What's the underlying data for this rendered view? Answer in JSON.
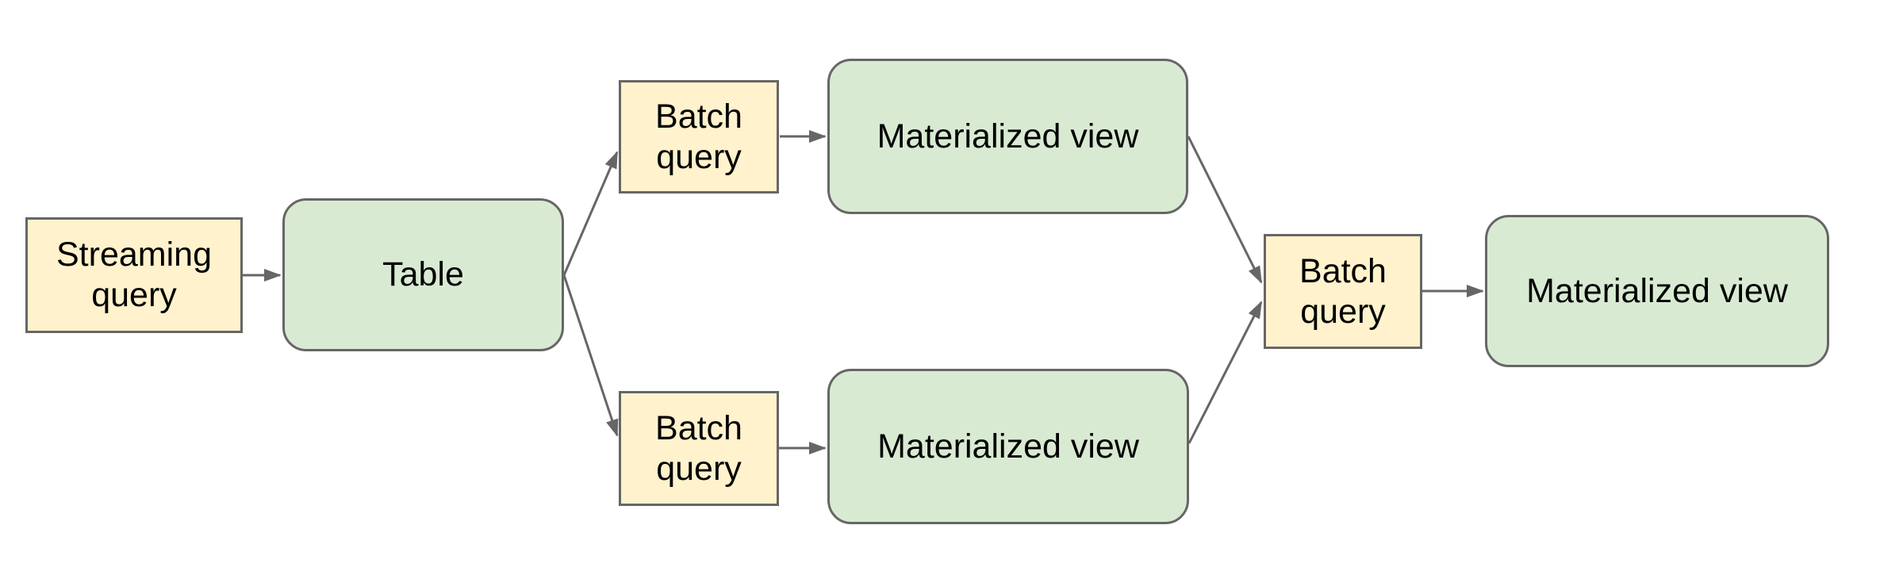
{
  "diagram": {
    "type": "flowchart",
    "colors": {
      "query_node_fill": "#fff2cc",
      "view_node_fill": "#d9ead3",
      "node_border": "#666666",
      "arrow": "#666666",
      "text": "#000000",
      "background": "#ffffff"
    },
    "nodes": [
      {
        "id": "streaming-query",
        "label": "Streaming query",
        "kind": "query"
      },
      {
        "id": "table",
        "label": "Table",
        "kind": "view"
      },
      {
        "id": "batch-query-top",
        "label": "Batch query",
        "kind": "query"
      },
      {
        "id": "materialized-view-top",
        "label": "Materialized view",
        "kind": "view"
      },
      {
        "id": "batch-query-bottom",
        "label": "Batch query",
        "kind": "query"
      },
      {
        "id": "materialized-view-bottom",
        "label": "Materialized view",
        "kind": "view"
      },
      {
        "id": "batch-query-right",
        "label": "Batch query",
        "kind": "query"
      },
      {
        "id": "materialized-view-final",
        "label": "Materialized view",
        "kind": "view"
      }
    ],
    "edges": [
      {
        "from": "streaming-query",
        "to": "table"
      },
      {
        "from": "table",
        "to": "batch-query-top"
      },
      {
        "from": "table",
        "to": "batch-query-bottom"
      },
      {
        "from": "batch-query-top",
        "to": "materialized-view-top"
      },
      {
        "from": "batch-query-bottom",
        "to": "materialized-view-bottom"
      },
      {
        "from": "materialized-view-top",
        "to": "batch-query-right"
      },
      {
        "from": "materialized-view-bottom",
        "to": "batch-query-right"
      },
      {
        "from": "batch-query-right",
        "to": "materialized-view-final"
      }
    ]
  }
}
